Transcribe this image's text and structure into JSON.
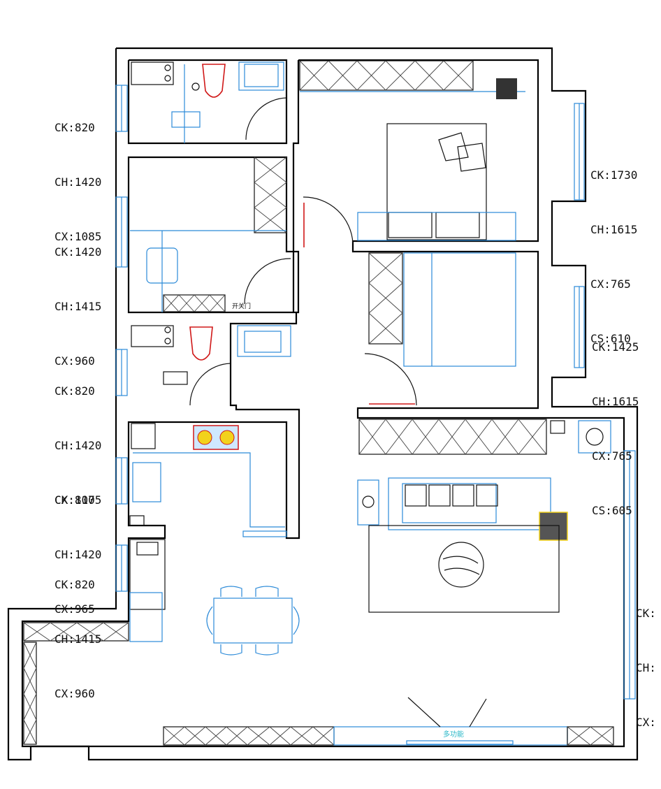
{
  "labels": {
    "left_1": {
      "ck": "CK:820",
      "ch": "CH:1420",
      "cx": "CX:1085"
    },
    "left_2": {
      "ck": "CK:1420",
      "ch": "CH:1415",
      "cx": "CX:960"
    },
    "left_3": {
      "ck": "CK:820",
      "ch": "CH:1420",
      "cx": "CX:1075"
    },
    "left_4": {
      "ck": "CK:810",
      "ch": "CH:1420",
      "cx": "CX:965"
    },
    "left_5": {
      "ck": "CK:820",
      "ch": "CH:1415",
      "cx": "CX:960"
    },
    "right_1": {
      "ck": "CK:1730",
      "ch": "CH:1615",
      "cx": "CX:765",
      "cs": "CS:610"
    },
    "right_2": {
      "ck": "CK:1425",
      "ch": "CH:1615",
      "cx": "CX:765",
      "cs": "CS:605"
    },
    "right_3": {
      "ck": "CK:",
      "ch": "CH:",
      "cx": "CX:"
    }
  },
  "annotations": {
    "door_mark_bedroom": "开关门",
    "tv_mark": "多功能"
  },
  "colors": {
    "wall": "#000000",
    "furniture": "#2b8ad8",
    "door_hardware": "#d01818",
    "text": "#111111"
  }
}
